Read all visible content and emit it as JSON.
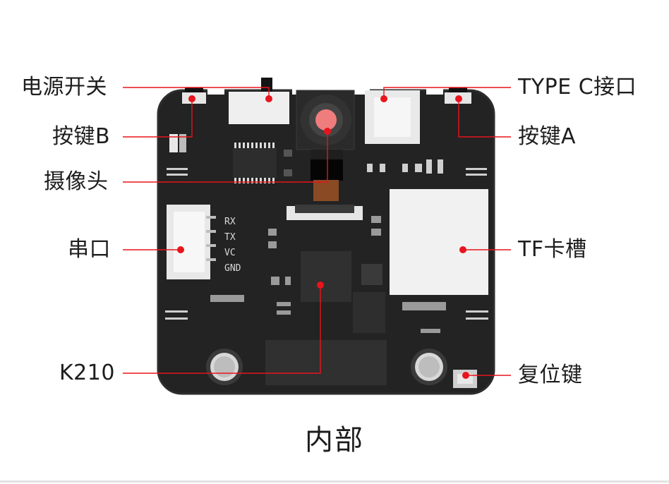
{
  "title": "内部",
  "colors": {
    "board": "#222322",
    "board_edge": "#2c2d2c",
    "pointer": "#e8141c",
    "leader": "#e8141c",
    "label_text": "#1d1d1d",
    "silkscreen": "#d9d9d9",
    "sd_slot": "#f1f1f1",
    "connector": "#e9e9e9",
    "copper_lens": "#f07d7d",
    "flex_cable": "#8a4a24"
  },
  "callouts": {
    "power_switch": "电源开关",
    "button_b": "按键B",
    "camera": "摄像头",
    "serial_port": "串口",
    "k210": "K210",
    "type_c": "TYPE C接口",
    "button_a": "按键A",
    "tf_slot": "TF卡槽",
    "reset_key": "复位键"
  },
  "silkscreen": {
    "rx": "RX",
    "tx": "TX",
    "vcc": "VC",
    "gnd": "GND"
  }
}
